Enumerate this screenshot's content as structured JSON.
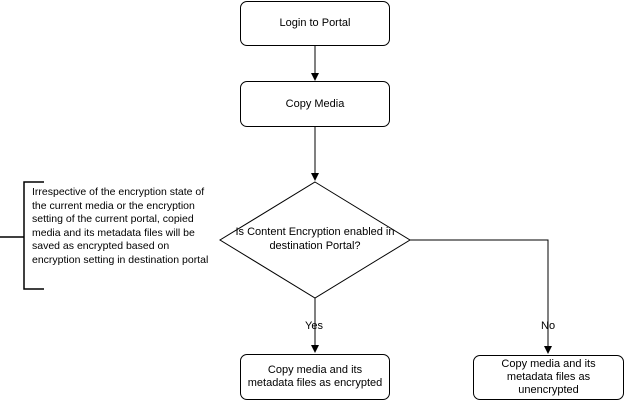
{
  "diagram": {
    "nodes": {
      "login": "Login to Portal",
      "copy_media": "Copy Media",
      "decision": "Is Content Encryption enabled in destination Portal?",
      "encrypted": "Copy media and its metadata files as encrypted",
      "unencrypted": "Copy media and its metadata files as unencrypted"
    },
    "edges": {
      "yes_label": "Yes",
      "no_label": "No"
    },
    "annotation": "Irrespective of the encryption state of the current media or the encryption setting of the current portal, copied media and its metadata files will be saved as encrypted based on encryption setting in destination portal"
  },
  "colors": {
    "stroke": "#000000",
    "background": "#ffffff"
  }
}
